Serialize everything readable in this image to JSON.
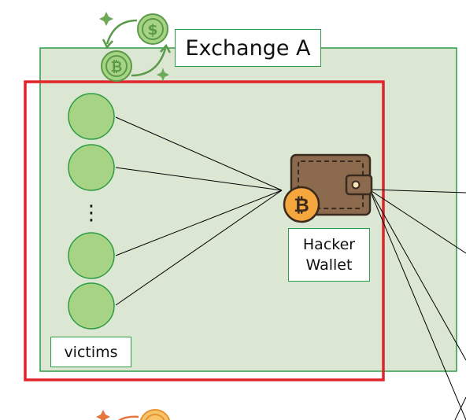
{
  "exchange": {
    "label": "Exchange A"
  },
  "hacker_wallet": {
    "label": "Hacker\nWallet"
  },
  "victims": {
    "label": "victims",
    "ellipsis": "⋮"
  },
  "colors": {
    "exchange_fill": "#dbe6d3",
    "exchange_border": "#2e9c44",
    "highlight_border": "#e0242a",
    "victim_fill": "#a6d484",
    "victim_border": "#2e9c44",
    "wallet_brown": "#8b6a4e",
    "bitcoin_orange": "#f5a63c"
  },
  "icons": {
    "exchange_icon": "currency-exchange-icon",
    "wallet_icon": "wallet-icon",
    "bitcoin_icon": "bitcoin-icon"
  }
}
